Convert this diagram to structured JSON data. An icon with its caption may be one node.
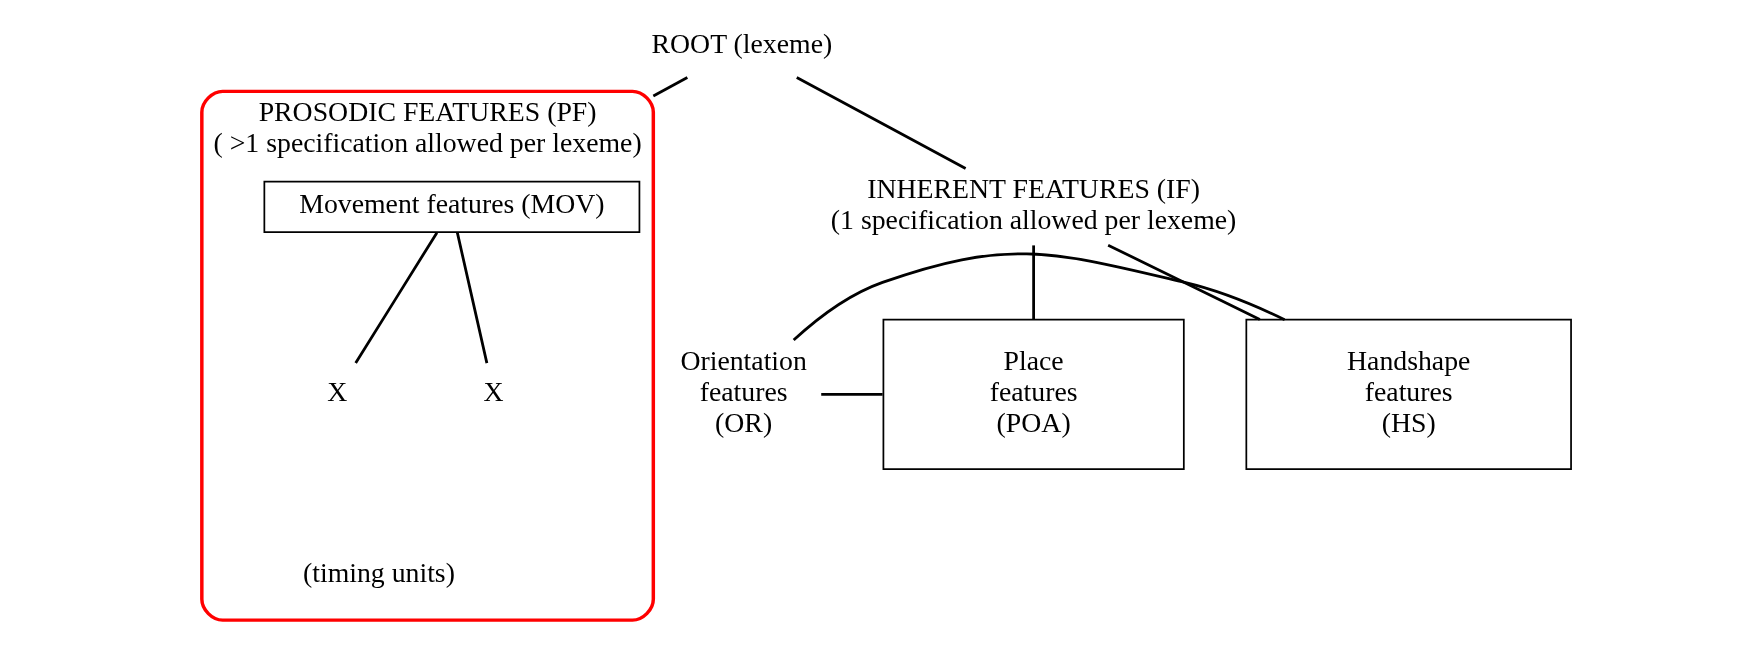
{
  "diagram": {
    "nodes": [
      {
        "text": [
          "ROOT (lexeme)"
        ]
      },
      {
        "text": [
          "INHERENT FEATURES (IF)",
          "(1 specification allowed per lexeme)"
        ]
      },
      {
        "text": [
          "PROSODIC FEATURES (PF)",
          "( >1 specification allowed per lexeme)"
        ]
      },
      {
        "text": [
          "Handshape features (HS)"
        ]
      },
      {
        "text": [
          "Orientation features (OR)"
        ]
      },
      {
        "text": [
          "Place features (POA)"
        ]
      },
      {
        "text": [
          "Movement features (MOV)"
        ],
        "in": 2
      },
      {
        "text": [
          "X"
        ],
        "in": 2
      },
      {
        "text": [
          "X"
        ],
        "in": 2
      }
    ],
    "edges": [
      {
        "from": 0,
        "to": 1,
        "arrow": "none"
      },
      {
        "from": 0,
        "to": 2,
        "arrow": "none"
      },
      {
        "from": 1,
        "to": 3,
        "arrow": "none"
      },
      {
        "from": 1,
        "to": 5,
        "arrow": "none"
      },
      {
        "from": 4,
        "to": 3,
        "arrow": "none"
      },
      {
        "from": 4,
        "to": 5,
        "arrow": "none"
      },
      {
        "from": 6,
        "to": 7,
        "arrow": "none"
      },
      {
        "from": 6,
        "to": 8,
        "arrow": "none"
      }
    ],
    "labels": [
      "(timing units)"
    ]
  }
}
